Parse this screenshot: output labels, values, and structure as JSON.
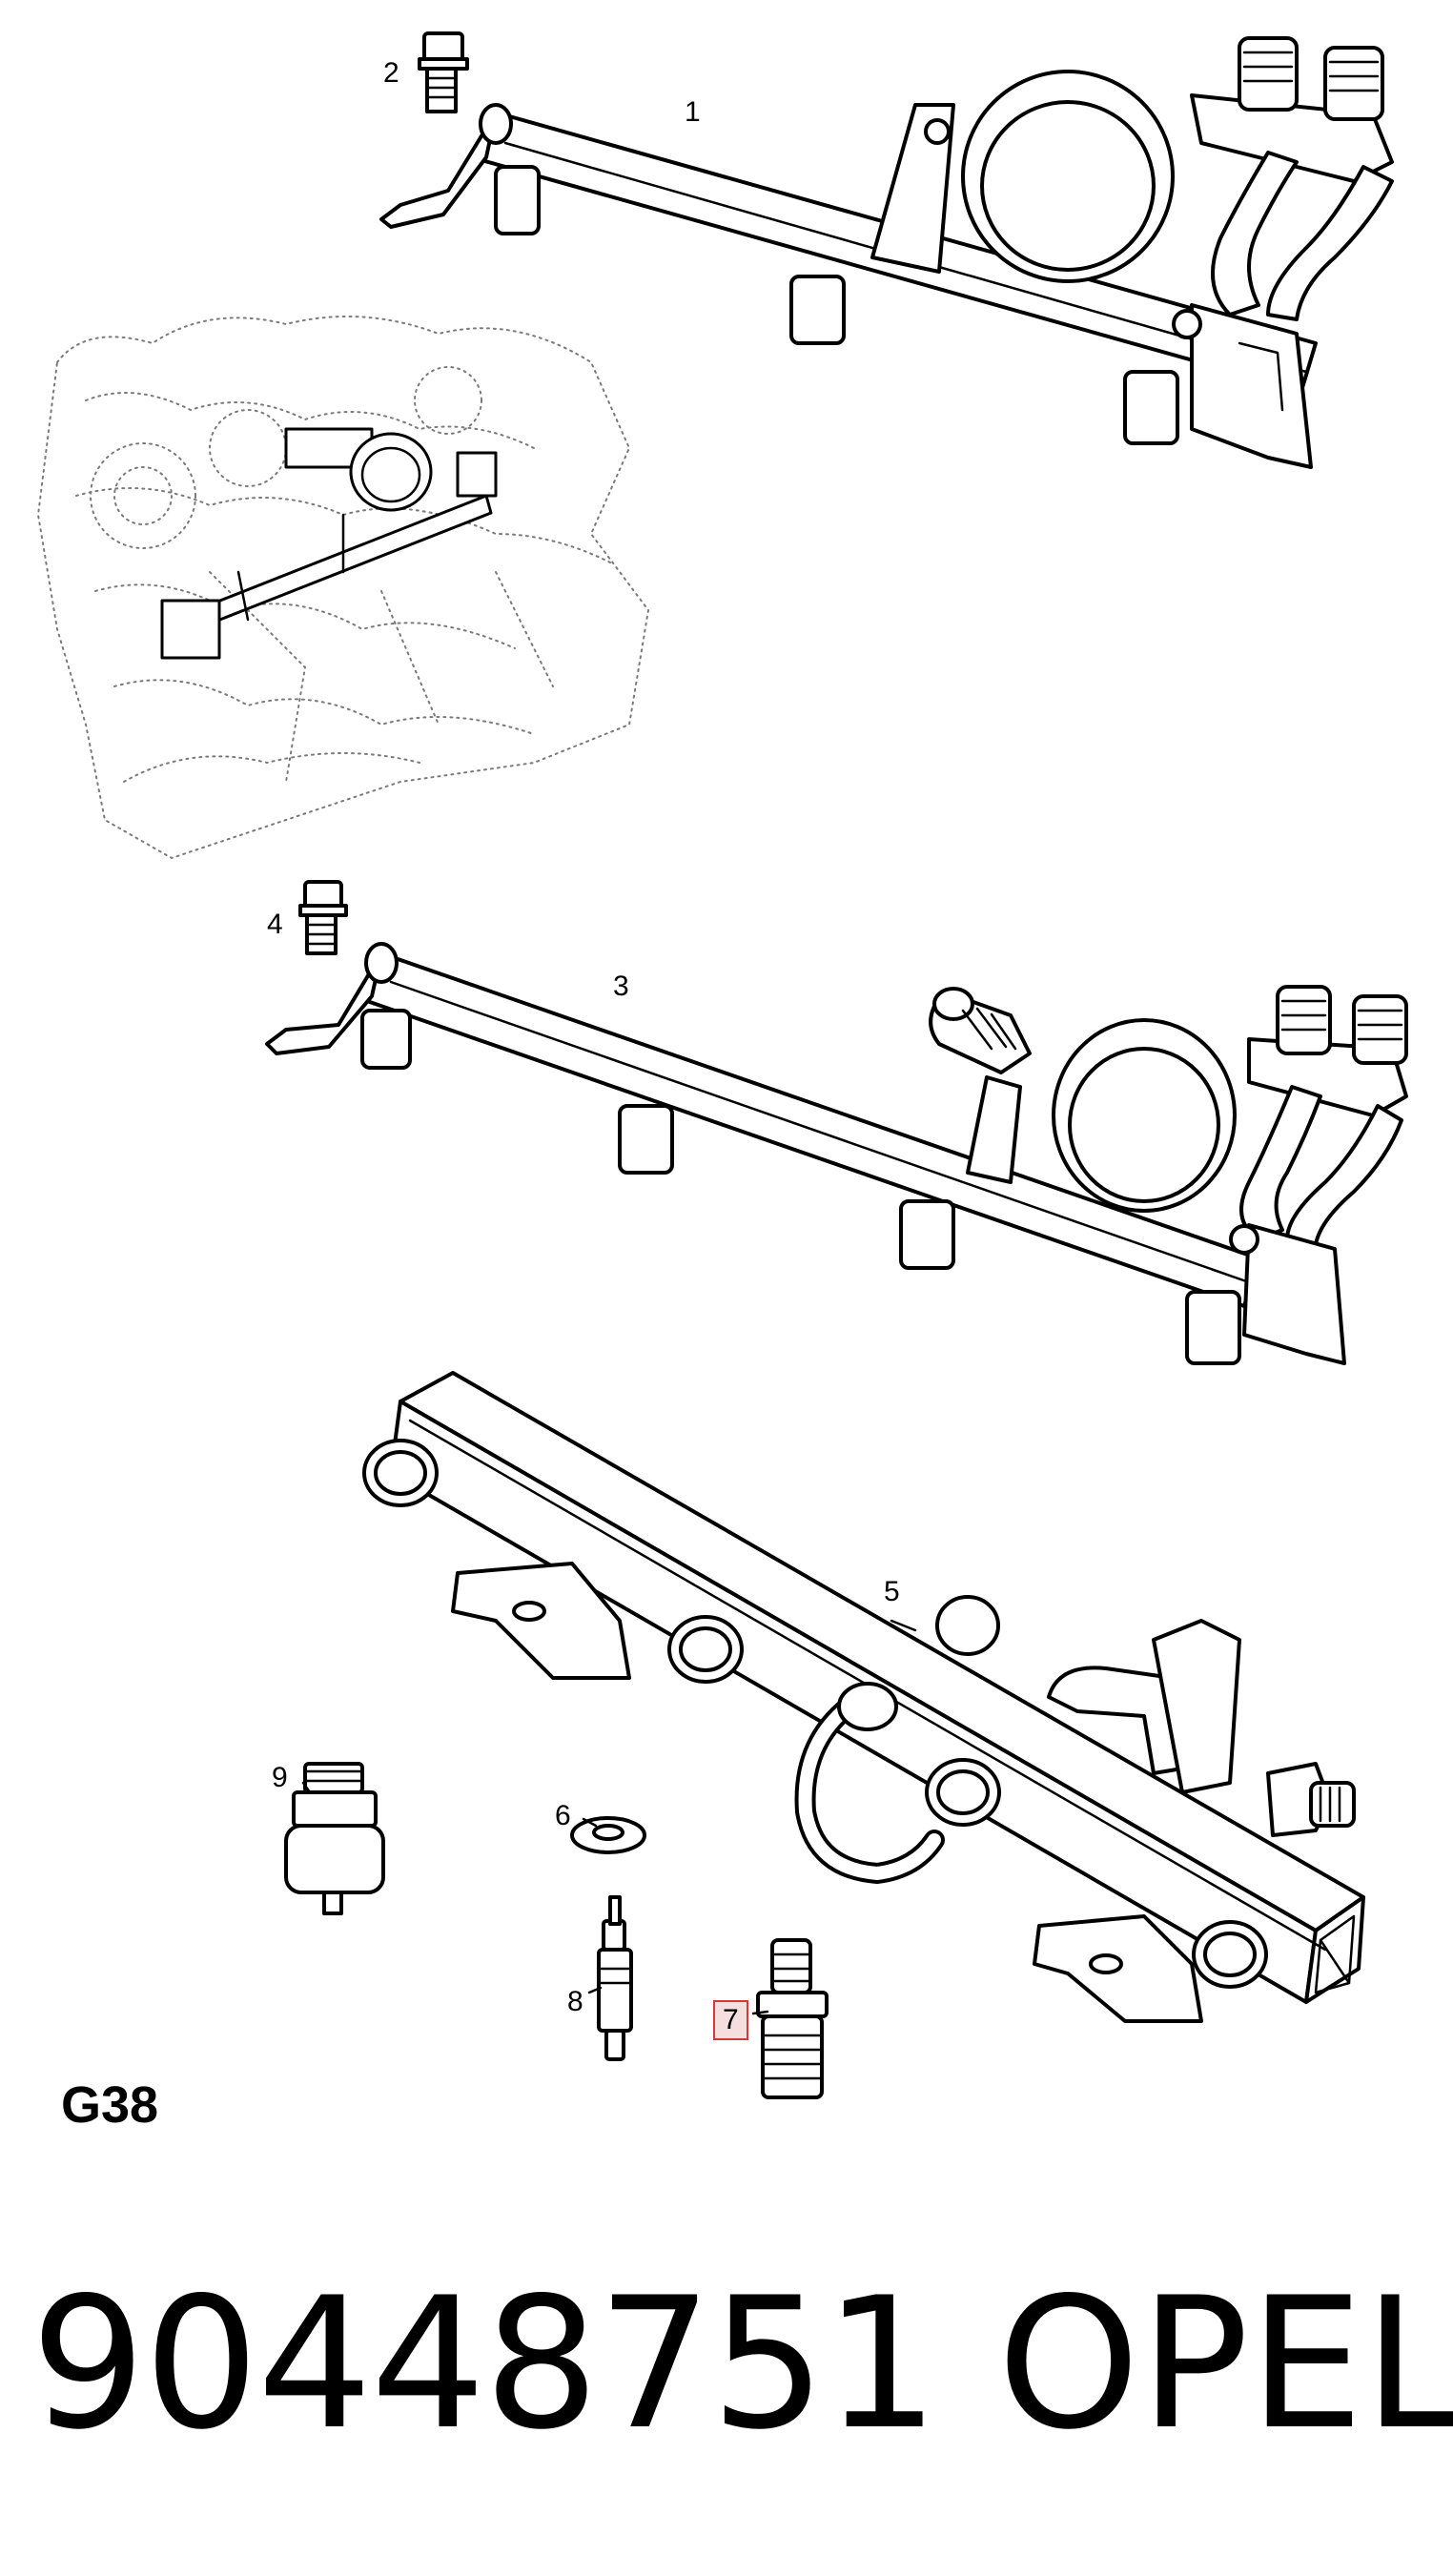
{
  "diagram": {
    "sheet_id": "G38",
    "part_number": "90448751",
    "brand": "OPEL",
    "callouts": [
      "1",
      "2",
      "3",
      "4",
      "5",
      "6",
      "7",
      "8",
      "9"
    ],
    "highlighted_callout": "7",
    "colors": {
      "ink": "#000000",
      "highlight_border": "#d23a3a",
      "highlight_fill": "#f7dede"
    }
  }
}
